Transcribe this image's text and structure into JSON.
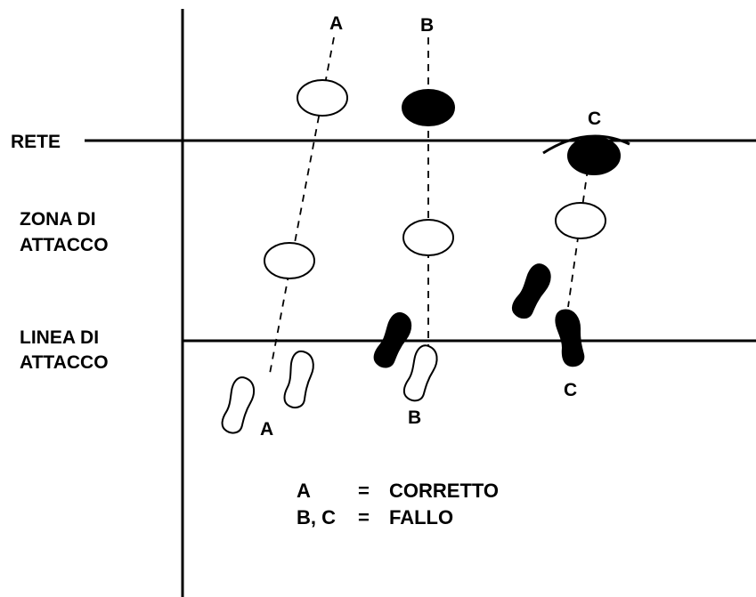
{
  "labels": {
    "rete": "RETE",
    "zona_line1": "ZONA DI",
    "zona_line2": "ATTACCO",
    "linea_line1": "LINEA DI",
    "linea_line2": "ATTACCO"
  },
  "trajectories": {
    "a_top": "A",
    "b_top": "B",
    "c_top": "C",
    "a_bottom": "A",
    "b_bottom": "B",
    "c_bottom": "C"
  },
  "legend": {
    "row1_key": "A",
    "row1_eq": "=",
    "row1_value": "CORRETTO",
    "row2_key": "B, C",
    "row2_eq": "=",
    "row2_value": "FALLO"
  },
  "colors": {
    "ink": "#000000",
    "paper": "#ffffff"
  }
}
